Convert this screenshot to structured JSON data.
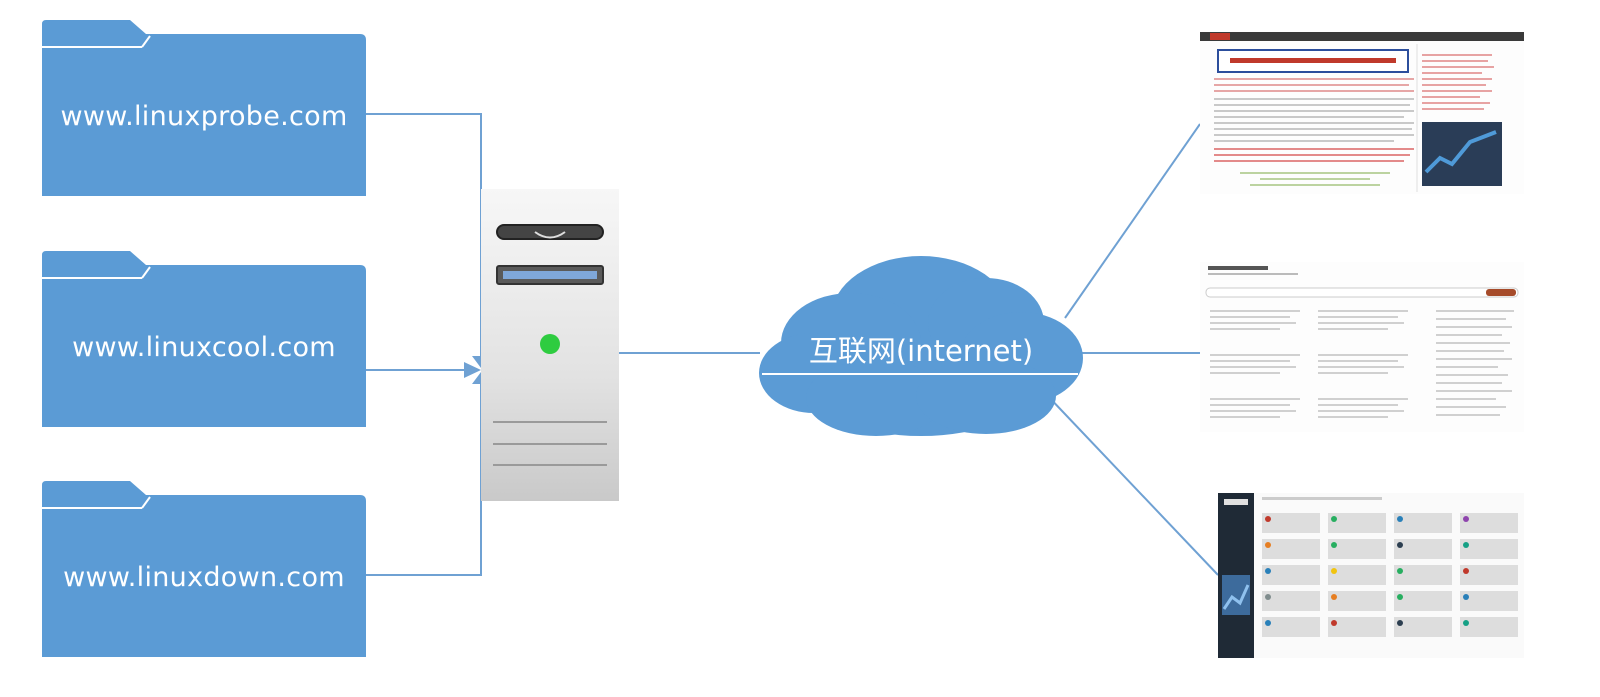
{
  "folders": [
    {
      "id": "linuxprobe",
      "label": "www.linuxprobe.com"
    },
    {
      "id": "linuxcool",
      "label": "www.linuxcool.com"
    },
    {
      "id": "linuxdown",
      "label": "www.linuxdown.com"
    }
  ],
  "cloud": {
    "label": "互联网(internet)"
  },
  "colors": {
    "folder_fill": "#5b9bd5",
    "line": "#6fa1d3",
    "server_led": "#2ecc40",
    "cloud_fill": "#5b9bd5"
  },
  "icons": {
    "server": "server-icon",
    "folder": "folder-icon",
    "cloud": "cloud-icon"
  }
}
